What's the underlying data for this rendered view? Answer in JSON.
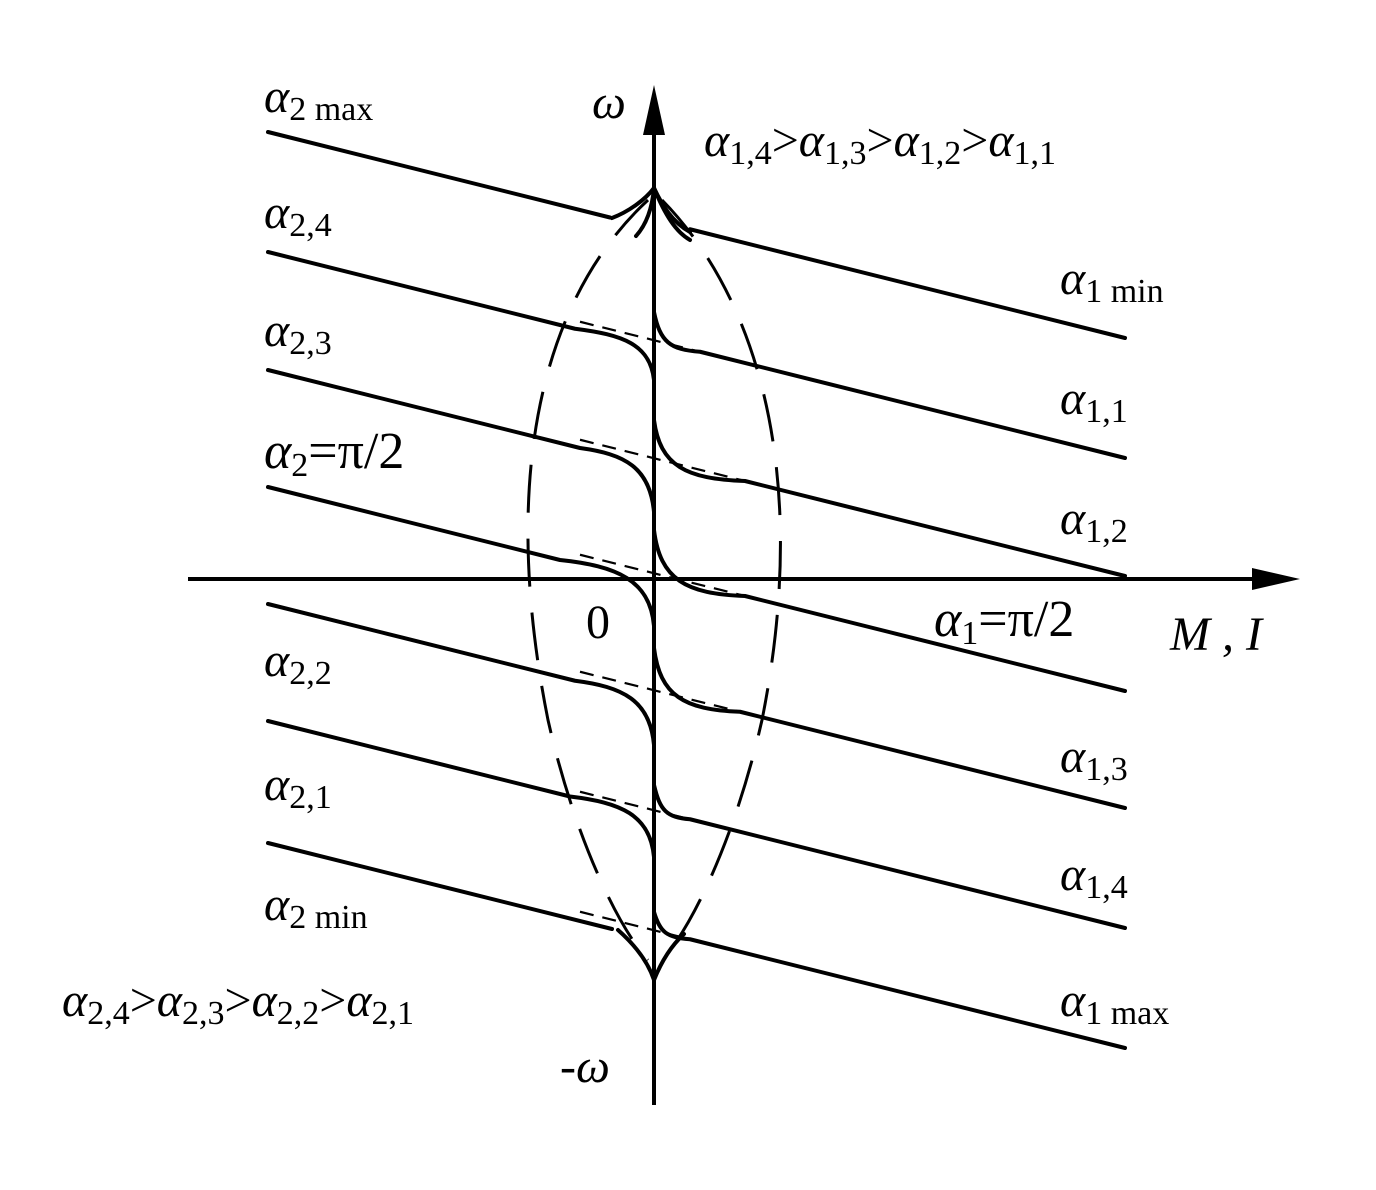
{
  "axes": {
    "y_label": "ω",
    "y_neg_label": "-ω",
    "x_label": "M , I",
    "origin_label": "0"
  },
  "top_inequality": {
    "a": "1,4",
    "b": "1,3",
    "c": "1,2",
    "d": "1,1",
    "sep": ">"
  },
  "bottom_inequality": {
    "a": "2,4",
    "b": "2,3",
    "c": "2,2",
    "d": "2,1",
    "sep": ">"
  },
  "alpha_symbol": "α",
  "left_labels": [
    {
      "sub": "2 max",
      "tail": ""
    },
    {
      "sub": "2,4",
      "tail": ""
    },
    {
      "sub": "2,3",
      "tail": ""
    },
    {
      "sub": "2",
      "tail": "=π/2"
    },
    {
      "sub": "2,2",
      "tail": ""
    },
    {
      "sub": "2,1",
      "tail": ""
    },
    {
      "sub": "2 min",
      "tail": ""
    }
  ],
  "right_labels": [
    {
      "sub": "1 min",
      "tail": ""
    },
    {
      "sub": "1,1",
      "tail": ""
    },
    {
      "sub": "1,2",
      "tail": ""
    },
    {
      "sub": "1",
      "tail": "=π/2"
    },
    {
      "sub": "1,3",
      "tail": ""
    },
    {
      "sub": "1,4",
      "tail": ""
    },
    {
      "sub": "1 max",
      "tail": ""
    }
  ]
}
